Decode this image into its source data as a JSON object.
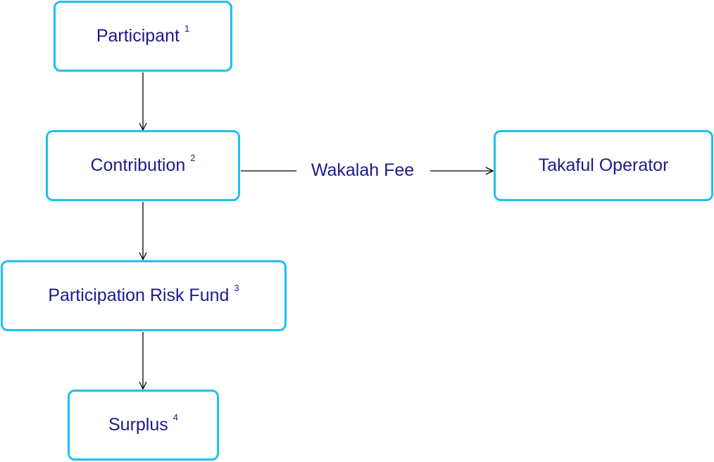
{
  "diagram": {
    "nodes": {
      "participant": {
        "label": "Participant",
        "note": "1"
      },
      "contribution": {
        "label": "Contribution",
        "note": "2"
      },
      "takaful_operator": {
        "label": "Takaful Operator"
      },
      "participation_risk_fund": {
        "label": "Participation Risk Fund",
        "note": "3"
      },
      "surplus": {
        "label": "Surplus",
        "note": "4"
      }
    },
    "edges": [
      {
        "from": "participant",
        "to": "contribution",
        "label": ""
      },
      {
        "from": "contribution",
        "to": "takaful_operator",
        "label": "Wakalah Fee"
      },
      {
        "from": "contribution",
        "to": "participation_risk_fund",
        "label": ""
      },
      {
        "from": "participation_risk_fund",
        "to": "surplus",
        "label": ""
      }
    ],
    "colors": {
      "border": "#1ec0ee",
      "text": "#1e1a8c",
      "connector": "#000000"
    }
  }
}
